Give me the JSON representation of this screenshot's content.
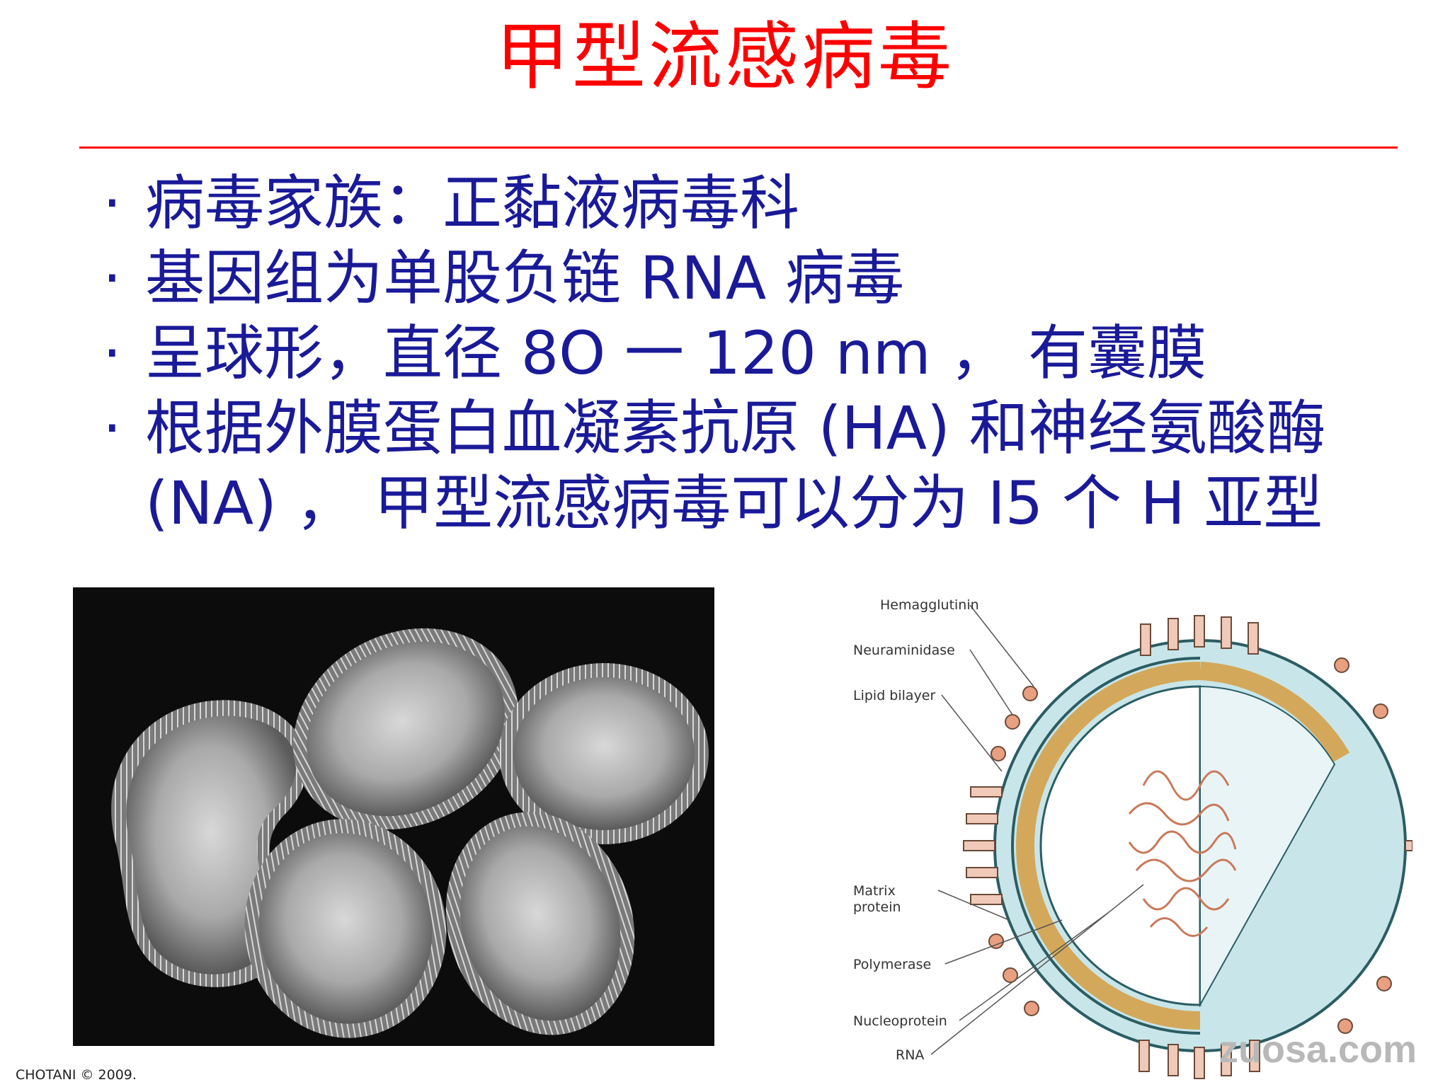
{
  "slide": {
    "title": "甲型流感病毒",
    "bullet_symbol": "·",
    "bullets": [
      "病毒家族：正黏液病毒科",
      "基因组为单股负链 RNA 病毒",
      "呈球形，直径 8O 一 120 nm ， 有囊膜",
      "根据外膜蛋白血凝素抗原 (HA) 和神经氨酸酶 (NA) ， 甲型流感病毒可以分为 I5 个 H 亚型"
    ]
  },
  "diagram": {
    "labels": {
      "hemagglutinin": "Hemagglutinin",
      "neuraminidase": "Neuraminidase",
      "lipid_bilayer": "Lipid bilayer",
      "matrix_protein": "Matrix protein",
      "polymerase": "Polymerase",
      "nucleoprotein": "Nucleoprotein",
      "rna": "RNA"
    }
  },
  "footer": {
    "credit": "CHOTANI © 2009.",
    "watermark": "zuosa.com"
  },
  "colors": {
    "title": "#ff0000",
    "body_text": "#1a1a99",
    "envelope": "#d4a85a",
    "capsid_fill": "#c8e6ea",
    "spike": "#e8a080"
  }
}
